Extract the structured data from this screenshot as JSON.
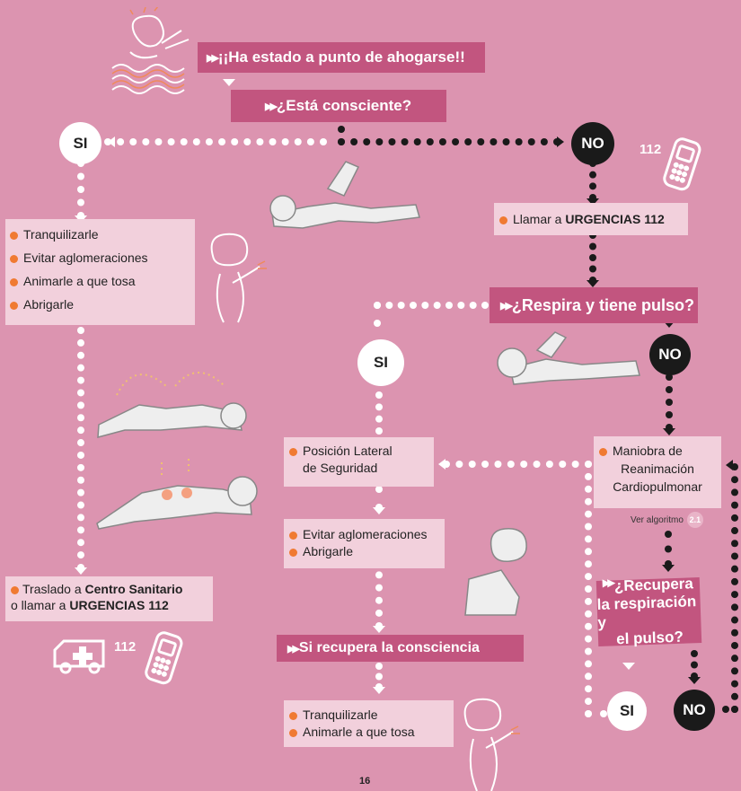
{
  "headers": {
    "drowning": "¡¡Ha estado a punto de ahogarse!!",
    "conscious": "¿Está consciente?",
    "breathing": "¿Respira y tiene pulso?",
    "recover_breath_1": "¿Recupera",
    "recover_breath_2": "la respiración y",
    "recover_breath_3": "el pulso?",
    "recover_conscious": "Si recupera  la consciencia"
  },
  "nodes": {
    "si": "SI",
    "no": "NO"
  },
  "boxes": {
    "conscious_steps": [
      "Tranquilizarle",
      "Evitar aglomeraciones",
      "Animarle a que tosa",
      "Abrigarle"
    ],
    "call_prefix": "Llamar a ",
    "call_bold": "URGENCIAS 112",
    "transfer_prefix": "Traslado a ",
    "transfer_bold1": "Centro Sanitario",
    "transfer_mid": "o llamar a ",
    "transfer_bold2": "URGENCIAS 112",
    "lateral_1": "Posición Lateral",
    "lateral_2": "de Seguridad",
    "avoid_steps": [
      "Evitar aglomeraciones",
      "Abrigarle"
    ],
    "rcp_1": "Maniobra de",
    "rcp_2": "Reanimación",
    "rcp_3": "Cardiopulmonar",
    "final_steps": [
      "Tranquilizarle",
      "Animarle a que tosa"
    ]
  },
  "see_algorithm": "Ver algoritmo",
  "algorithm_ref": "2.1",
  "phone_number": "112",
  "page_number": "16",
  "icons": [
    "drowning-person-icon",
    "phone-icon",
    "ambulance-icon",
    "coughing-person-icon",
    "lying-person-icon"
  ],
  "colors": {
    "background": "#dc94b0",
    "header": "#c2557f",
    "box": "#f2d0dc",
    "bullet": "#f07a32",
    "si_node": "#ffffff",
    "no_node": "#1a1a1a"
  }
}
